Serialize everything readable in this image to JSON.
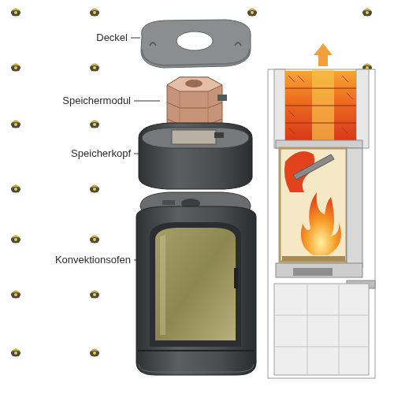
{
  "diagram": {
    "labels": [
      "Deckel",
      "Speichermodul",
      "Speicherkopf",
      "Konvektionsofen"
    ]
  }
}
